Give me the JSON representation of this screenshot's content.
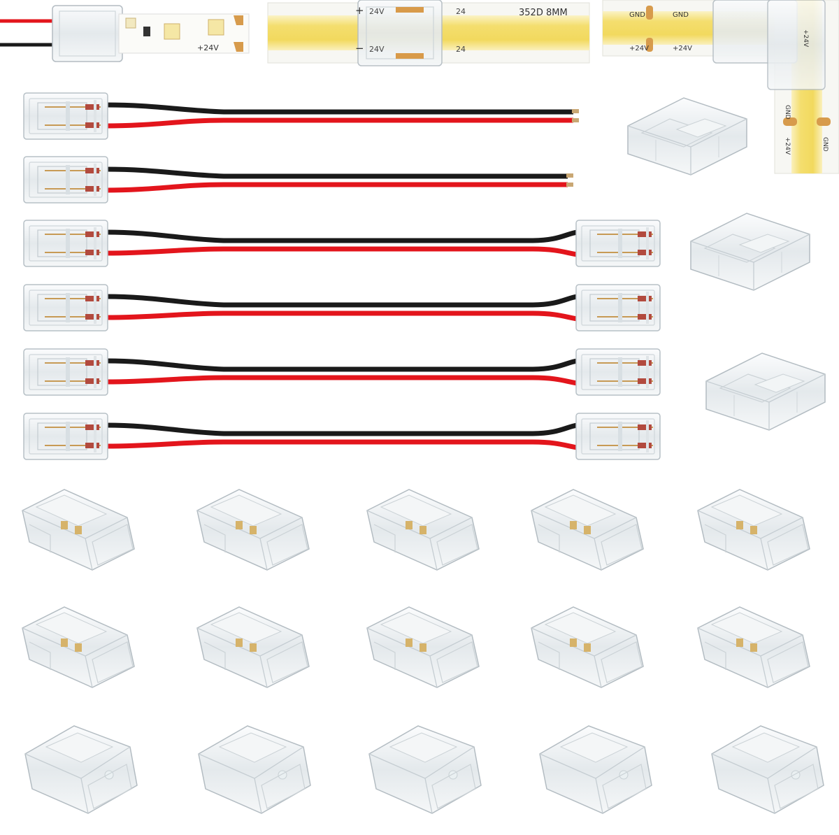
{
  "product_photo": {
    "strip_labels": {
      "strip1_voltage": "+24V",
      "strip2_plus": "+",
      "strip2_plus_v": "24V",
      "strip2_right_top": "24",
      "strip2_minus": "−",
      "strip2_minus_v": "24V",
      "strip2_right_bottom": "24",
      "strip2_model": "352D  8MM",
      "strip3_gnd_a": "GND",
      "strip3_gnd_b": "GND",
      "strip3_v_a": "+24V",
      "strip3_v_b": "+24V",
      "strip3_vert_v": "+24V",
      "strip3_vert_gnd": "GND",
      "strip3_vert_v2": "+24V",
      "strip3_vert_gnd2": "GND"
    },
    "colors": {
      "wire_red": "#e3151c",
      "wire_black": "#1a1a1a",
      "cob_yellow": "#f6e37a",
      "connector_clear": "#eef2f4",
      "copper_pad": "#d79b4c"
    },
    "counts": {
      "pigtail_single_end": 2,
      "jumper_double_end": 4,
      "l_connectors": 3,
      "gapless_connectors": 15
    }
  }
}
